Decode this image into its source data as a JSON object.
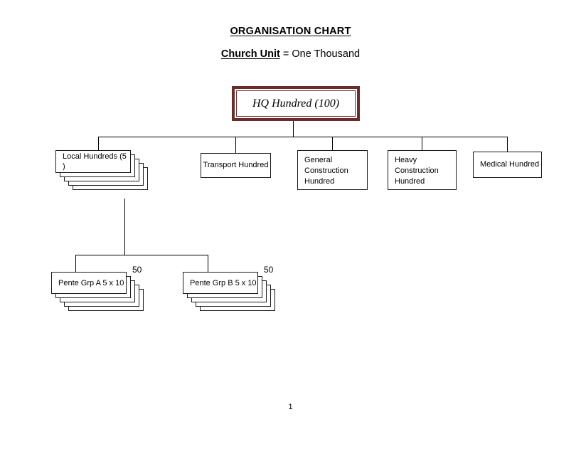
{
  "document": {
    "title": "ORGANISATION CHART",
    "subtitle_bold": "Church Unit",
    "subtitle_rest": " = One Thousand",
    "page_number": "1"
  },
  "colors": {
    "hq_border": "#6D2C2C",
    "box_border": "#1A1A1A",
    "line": "#000000",
    "background": "#FFFFFF",
    "text": "#000000"
  },
  "chart_data": {
    "type": "diagram",
    "title": "ORGANISATION CHART",
    "root": {
      "label": "HQ Hundred (100)",
      "style": "double-maroon-border-italic-serif"
    },
    "level_1": [
      {
        "label": "Local Hundreds (5 )",
        "stacked": true,
        "stack_count": 5,
        "lines": [
          "Local Hundreds (5 )"
        ]
      },
      {
        "label": "Transport Hundred",
        "stacked": false,
        "lines": [
          "Transport Hundred"
        ]
      },
      {
        "label": "General Construction Hundred",
        "stacked": false,
        "lines": [
          "General",
          "Construction",
          "Hundred"
        ]
      },
      {
        "label": "Heavy Construction Hundred",
        "stacked": false,
        "lines": [
          "Heavy",
          "Construction",
          "Hundred"
        ]
      },
      {
        "label": "Medical  Hundred",
        "stacked": false,
        "lines": [
          "Medical  Hundred"
        ]
      }
    ],
    "level_2": [
      {
        "label": "Pente  Grp A  5 x 10",
        "qty": "50",
        "stacked": true,
        "stack_count": 5,
        "parent": "Local Hundreds (5 )"
      },
      {
        "label": "Pente Grp B   5 x 10",
        "qty": "50",
        "stacked": true,
        "stack_count": 5,
        "parent": "Local Hundreds (5 )"
      }
    ]
  },
  "nodes": {
    "hq": {
      "label": "HQ Hundred (100)"
    },
    "local_hundreds": {
      "label": "Local Hundreds (5 )"
    },
    "transport": {
      "label": "Transport Hundred"
    },
    "general_construction": {
      "line1": "General",
      "line2": "Construction",
      "line3": "Hundred"
    },
    "heavy_construction": {
      "line1": "Heavy",
      "line2": "Construction",
      "line3": "Hundred"
    },
    "medical": {
      "label": "Medical  Hundred"
    },
    "pente_a": {
      "label": "Pente  Grp A  5 x 10",
      "qty": "50"
    },
    "pente_b": {
      "label": "Pente Grp B   5 x 10",
      "qty": "50"
    }
  }
}
